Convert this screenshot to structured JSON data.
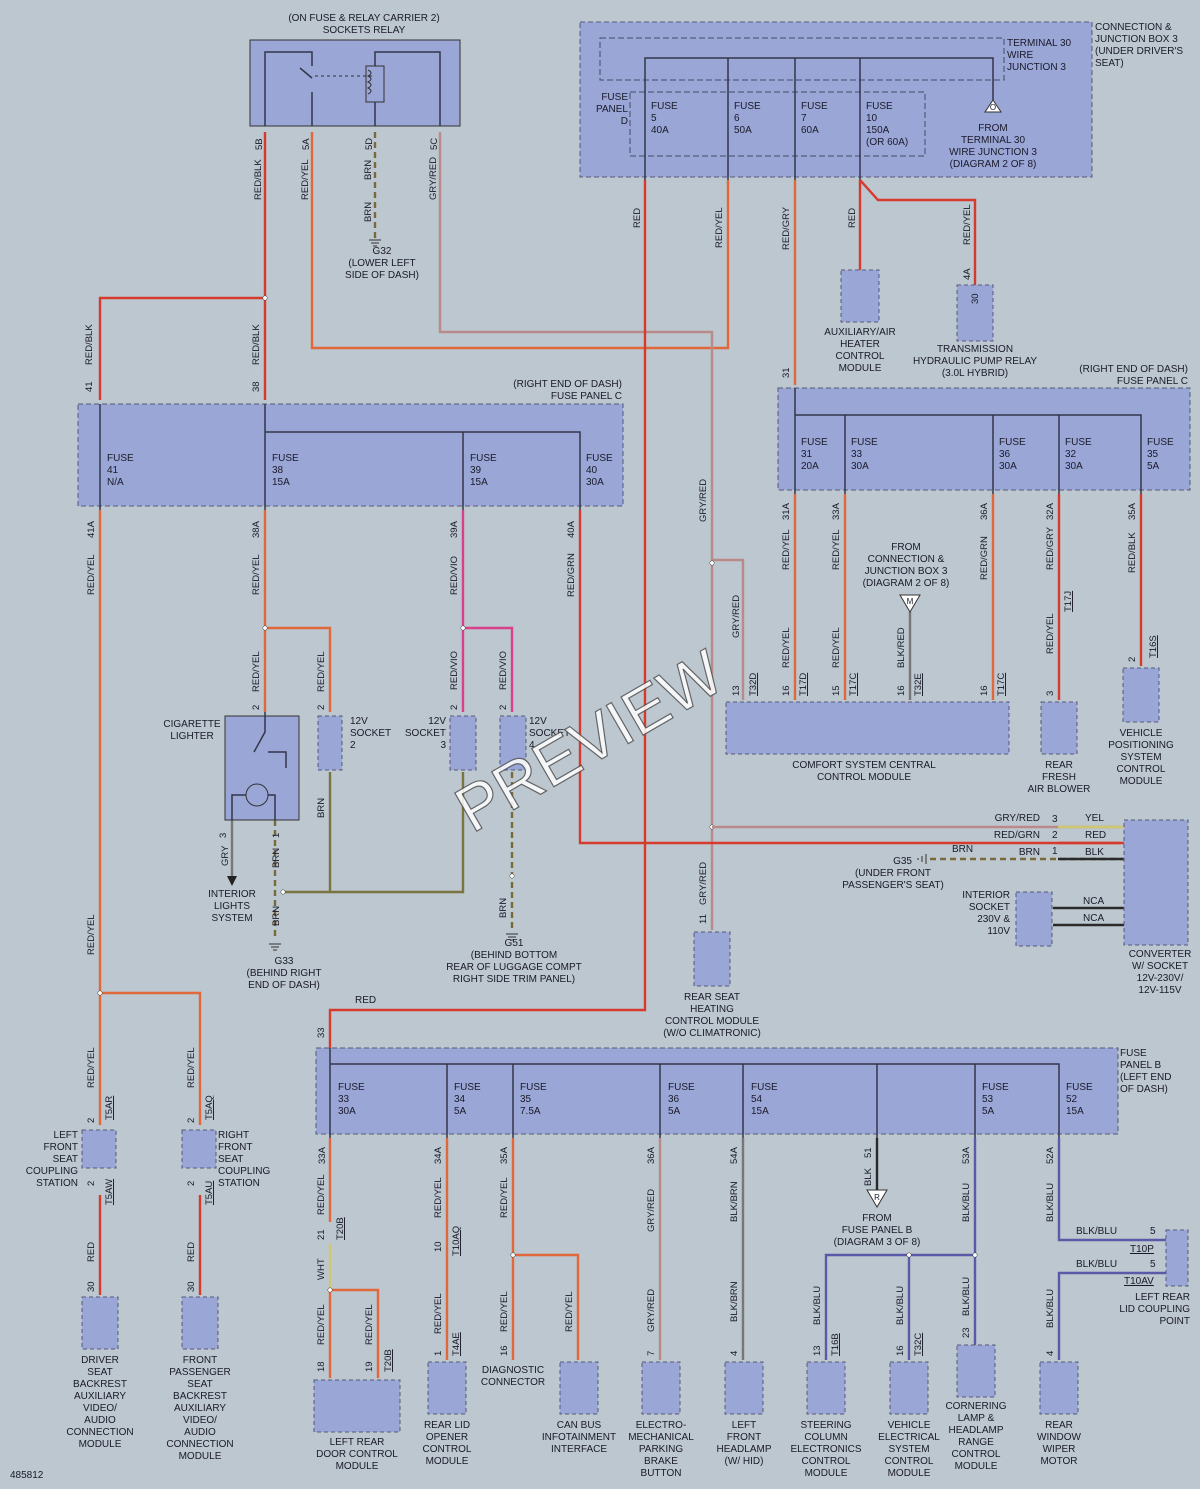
{
  "diagram_id": "485812",
  "watermark": "PREVIEW",
  "relay": {
    "title": "(ON FUSE & RELAY CARRIER 2)",
    "name": "SOCKETS RELAY",
    "pins": [
      "5B",
      "5A",
      "5D",
      "5C"
    ]
  },
  "junction_box": {
    "label": [
      "CONNECTION &",
      "JUNCTION BOX 3",
      "(UNDER DRIVER'S",
      "SEAT)"
    ],
    "terminal": [
      "TERMINAL 30",
      "WIRE",
      "JUNCTION 3"
    ],
    "fuse_panel": [
      "FUSE",
      "PANEL",
      "D"
    ],
    "from": [
      "FROM",
      "TERMINAL 30",
      "WIRE JUNCTION 3",
      "(DIAGRAM 2 OF 8)"
    ],
    "from_code": "O",
    "fuses": [
      {
        "lines": [
          "FUSE",
          "5",
          "40A"
        ]
      },
      {
        "lines": [
          "FUSE",
          "6",
          "50A"
        ]
      },
      {
        "lines": [
          "FUSE",
          "7",
          "60A"
        ]
      },
      {
        "lines": [
          "FUSE",
          "10",
          "150A",
          "(OR 60A)"
        ]
      }
    ]
  },
  "fuse_panel_c_left": {
    "label": [
      "(RIGHT END OF DASH)",
      "FUSE PANEL C"
    ],
    "fuses": [
      {
        "lines": [
          "FUSE",
          "41",
          "N/A"
        ]
      },
      {
        "lines": [
          "FUSE",
          "38",
          "15A"
        ]
      },
      {
        "lines": [
          "FUSE",
          "39",
          "15A"
        ]
      },
      {
        "lines": [
          "FUSE",
          "40",
          "30A"
        ]
      }
    ],
    "in_pins": [
      "41",
      "38"
    ],
    "out_pins": [
      "41A",
      "38A",
      "39A",
      "40A"
    ]
  },
  "fuse_panel_c_right": {
    "label": [
      "(RIGHT END OF DASH)",
      "FUSE PANEL C"
    ],
    "in_pin": "31",
    "fuses": [
      {
        "lines": [
          "FUSE",
          "31",
          "20A"
        ]
      },
      {
        "lines": [
          "FUSE",
          "33",
          "30A"
        ]
      },
      {
        "lines": [
          "FUSE",
          "36",
          "30A"
        ]
      },
      {
        "lines": [
          "FUSE",
          "32",
          "30A"
        ]
      },
      {
        "lines": [
          "FUSE",
          "35",
          "5A"
        ]
      }
    ],
    "out_pins": [
      "31A",
      "33A",
      "36A",
      "32A",
      "35A"
    ]
  },
  "fuse_panel_b": {
    "label": [
      "FUSE",
      "PANEL B",
      "(LEFT END",
      "OF DASH)"
    ],
    "in_pin": "33",
    "fuses": [
      {
        "lines": [
          "FUSE",
          "33",
          "30A"
        ]
      },
      {
        "lines": [
          "FUSE",
          "34",
          "5A"
        ]
      },
      {
        "lines": [
          "FUSE",
          "35",
          "7.5A"
        ]
      },
      {
        "lines": [
          "FUSE",
          "36",
          "5A"
        ]
      },
      {
        "lines": [
          "FUSE",
          "54",
          "15A"
        ]
      },
      {
        "lines": [
          "FUSE",
          "53",
          "5A"
        ]
      },
      {
        "lines": [
          "FUSE",
          "52",
          "15A"
        ]
      }
    ],
    "out_pins": [
      "33A",
      "34A",
      "35A",
      "36A",
      "54A",
      "51",
      "53A",
      "52A"
    ]
  },
  "wire_labels": {
    "red_blk": "RED/BLK",
    "red_yel": "RED/YEL",
    "brn": "BRN",
    "gry_red": "GRY/RED",
    "red": "RED",
    "red_gry": "RED/GRY",
    "red_vio": "RED/VIO",
    "red_grn": "RED/GRN",
    "blk_red": "BLK/RED",
    "gry": "GRY",
    "blk_brn": "BLK/BRN",
    "blk_blu": "BLK/BLU",
    "blk": "BLK",
    "wht": "WHT",
    "yel": "YEL",
    "nca": "NCA"
  },
  "grounds": {
    "g32": [
      "G32",
      "(LOWER LEFT",
      "SIDE OF DASH)"
    ],
    "g33": [
      "G33",
      "(BEHIND RIGHT",
      "END OF DASH)"
    ],
    "g51": [
      "G51",
      "(BEHIND BOTTOM",
      "REAR OF LUGGAGE COMPT",
      "RIGHT SIDE TRIM PANEL)"
    ],
    "g35": [
      "G35",
      "(UNDER FRONT",
      "PASSENGER'S SEAT)"
    ]
  },
  "components": {
    "aux_heater": [
      "AUXILIARY/AIR",
      "HEATER",
      "CONTROL",
      "MODULE"
    ],
    "trans_relay": [
      "TRANSMISSION",
      "HYDRAULIC PUMP RELAY",
      "(3.0L HYBRID)"
    ],
    "cig_lighter": [
      "CIGARETTE",
      "LIGHTER"
    ],
    "socket2": [
      "12V",
      "SOCKET",
      "2"
    ],
    "socket3": [
      "12V",
      "SOCKET",
      "3"
    ],
    "socket4": [
      "12V",
      "SOCKET",
      "4"
    ],
    "interior_lights": [
      "INTERIOR",
      "LIGHTS",
      "SYSTEM"
    ],
    "comfort": [
      "COMFORT SYSTEM CENTRAL",
      "CONTROL MODULE"
    ],
    "from_jb3": [
      "FROM",
      "CONNECTION &",
      "JUNCTION BOX 3",
      "(DIAGRAM 2 OF 8)"
    ],
    "from_jb3_code": "M",
    "rear_blower": [
      "REAR",
      "FRESH",
      "AIR BLOWER"
    ],
    "vehicle_pos": [
      "VEHICLE",
      "POSITIONING",
      "SYSTEM",
      "CONTROL",
      "MODULE"
    ],
    "converter": [
      "CONVERTER",
      "W/ SOCKET",
      "12V-230V/",
      "12V-115V"
    ],
    "int_socket": [
      "INTERIOR",
      "SOCKET",
      "230V &",
      "110V"
    ],
    "rear_seat_heat": [
      "REAR SEAT",
      "HEATING",
      "CONTROL MODULE",
      "(W/O CLIMATRONIC)"
    ],
    "lf_seat_coupling": [
      "LEFT",
      "FRONT",
      "SEAT",
      "COUPLING",
      "STATION"
    ],
    "rf_seat_coupling": [
      "RIGHT",
      "FRONT",
      "SEAT",
      "COUPLING",
      "STATION"
    ],
    "driver_av": [
      "DRIVER",
      "SEAT",
      "BACKREST",
      "AUXILIARY",
      "VIDEO/",
      "AUDIO",
      "CONNECTION",
      "MODULE"
    ],
    "pass_av": [
      "FRONT",
      "PASSENGER",
      "SEAT",
      "BACKREST",
      "AUXILIARY",
      "VIDEO/",
      "AUDIO",
      "CONNECTION",
      "MODULE"
    ],
    "lr_door": [
      "LEFT REAR",
      "DOOR CONTROL",
      "MODULE"
    ],
    "rear_lid_opener": [
      "REAR LID",
      "OPENER",
      "CONTROL",
      "MODULE"
    ],
    "diag_conn": [
      "DIAGNOSTIC",
      "CONNECTOR"
    ],
    "can_bus": [
      "CAN BUS",
      "INFOTAINMENT",
      "INTERFACE"
    ],
    "epb": [
      "ELECTRO-",
      "MECHANICAL",
      "PARKING",
      "BRAKE",
      "BUTTON"
    ],
    "lf_headlamp": [
      "LEFT",
      "FRONT",
      "HEADLAMP",
      "(W/ HID)"
    ],
    "steering_col": [
      "STEERING",
      "COLUMN",
      "ELECTRONICS",
      "CONTROL",
      "MODULE"
    ],
    "vehicle_elec": [
      "VEHICLE",
      "ELECTRICAL",
      "SYSTEM",
      "CONTROL",
      "MODULE"
    ],
    "cornering": [
      "CORNERING",
      "LAMP &",
      "HEADLAMP",
      "RANGE",
      "CONTROL",
      "MODULE"
    ],
    "rear_wiper": [
      "REAR",
      "WINDOW",
      "WIPER",
      "MOTOR"
    ],
    "lr_lid_coupling": [
      "LEFT REAR",
      "LID COUPLING",
      "POINT"
    ],
    "from_fpb": [
      "FROM",
      "FUSE PANEL B",
      "(DIAGRAM 3 OF 8)"
    ],
    "from_fpb_code": "R"
  },
  "connectors": {
    "t17d": "T17D",
    "t17c": "T17C",
    "t32e": "T32E",
    "t32d": "T32D",
    "t17j": "T17J",
    "t16s": "T16S",
    "t5ar": "T5AR",
    "t5aq": "T5AQ",
    "t5aw": "T5AW",
    "t5au": "T5AU",
    "t20b": "T20B",
    "t10aq": "T10AQ",
    "t4ae": "T4AE",
    "t16b": "T16B",
    "t32c": "T32C",
    "t10p": "T10P",
    "t10av": "T10AV"
  },
  "pins": {
    "p2": "2",
    "p3": "3",
    "p4": "4",
    "p1": "1",
    "p5": "5",
    "p7": "7",
    "p10": "10",
    "p11": "11",
    "p13": "13",
    "p15": "15",
    "p16": "16",
    "p18": "18",
    "p19": "19",
    "p21": "21",
    "p23": "23",
    "p30": "30",
    "p4a": "4A"
  }
}
